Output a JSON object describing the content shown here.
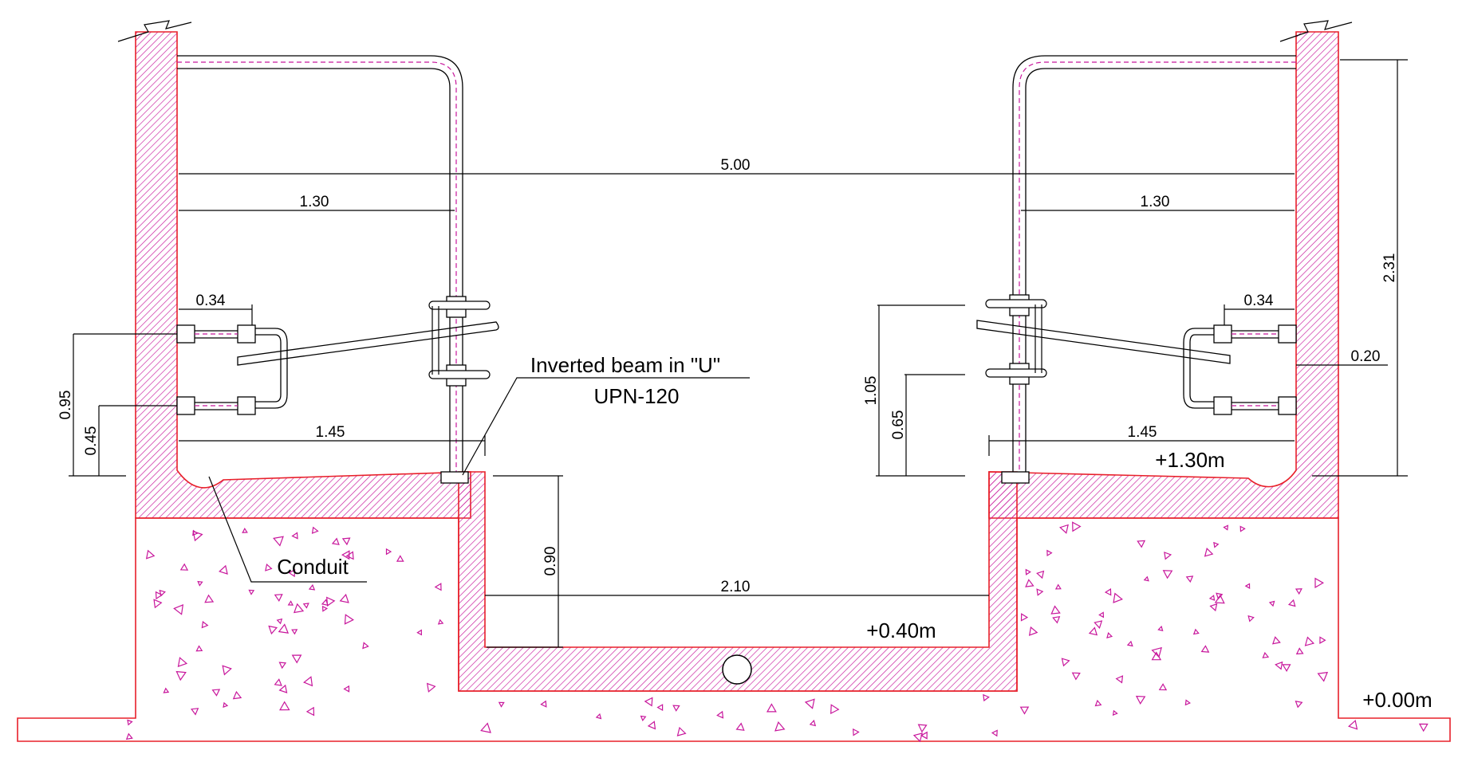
{
  "dimensions": {
    "total_width": "5.00",
    "left_offset": "1.30",
    "right_offset": "1.30",
    "left_bracket": "0.34",
    "right_bracket": "0.34",
    "left_upper_height": "0.95",
    "left_lower_height": "0.45",
    "left_base": "1.45",
    "right_base": "1.45",
    "right_upper_height": "1.05",
    "right_lower_height": "0.65",
    "wall_thickness": "0.20",
    "wall_height": "2.31",
    "pit_depth": "0.90",
    "pit_width": "2.10"
  },
  "labels": {
    "beam_title": "Inverted beam in \"U\"",
    "beam_spec": "UPN-120",
    "conduit": "Conduit"
  },
  "levels": {
    "upper": "+1.30m",
    "pit": "+0.40m",
    "ground": "+0.00m"
  },
  "colors": {
    "hatch": "#c8179c",
    "outline": "#e8202a",
    "dimension": "#000000"
  }
}
